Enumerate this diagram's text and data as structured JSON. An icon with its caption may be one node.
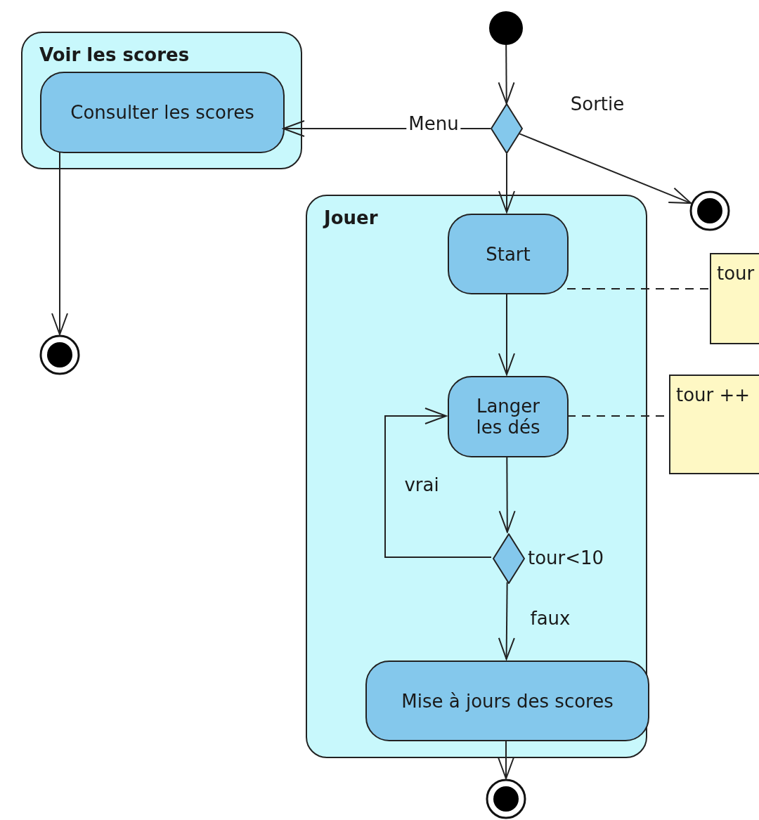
{
  "diagram": {
    "nodes": [
      {
        "text": [],
        "shape": "circle"
      },
      {
        "text": [],
        "shape": "diamond"
      },
      {
        "text": [
          "Voir les scores"
        ]
      },
      {
        "text": [
          "Consulter les scores"
        ],
        "in": 2
      },
      {
        "text": [],
        "shape": "circle"
      },
      {
        "text": [],
        "shape": "circle"
      },
      {
        "text": [
          "Jouer"
        ]
      },
      {
        "text": [
          "Start"
        ],
        "in": 6
      },
      {
        "text": [
          "Langer les dés"
        ],
        "in": 6
      },
      {
        "text": [],
        "shape": "diamond",
        "in": 6,
        "beside": [
          "tour<10"
        ]
      },
      {
        "text": [
          "Mise à jours des scores"
        ],
        "in": 6
      },
      {
        "text": [],
        "shape": "circle"
      },
      {
        "text": [
          "tour"
        ]
      },
      {
        "text": [
          "tour ++"
        ]
      }
    ],
    "edges": [
      {
        "from": 0,
        "to": 1,
        "arrow": "to"
      },
      {
        "from": 1,
        "to": 3,
        "arrow": "to",
        "label": "Menu"
      },
      {
        "from": 1,
        "to": 5,
        "arrow": "to",
        "label": "Sortie"
      },
      {
        "from": 1,
        "to": 7,
        "arrow": "to"
      },
      {
        "from": 3,
        "to": 4,
        "arrow": "to"
      },
      {
        "from": 7,
        "to": 8,
        "arrow": "to"
      },
      {
        "from": 8,
        "to": 9,
        "arrow": "to"
      },
      {
        "from": 9,
        "to": 8,
        "arrow": "to",
        "label": "vrai"
      },
      {
        "from": 9,
        "to": 10,
        "arrow": "to",
        "label": "faux"
      },
      {
        "from": 10,
        "to": 11,
        "arrow": "to"
      },
      {
        "from": 7,
        "to": 12,
        "arrow": "none",
        "style": "dashed"
      },
      {
        "from": 8,
        "to": 13,
        "arrow": "none",
        "style": "dashed"
      }
    ]
  }
}
